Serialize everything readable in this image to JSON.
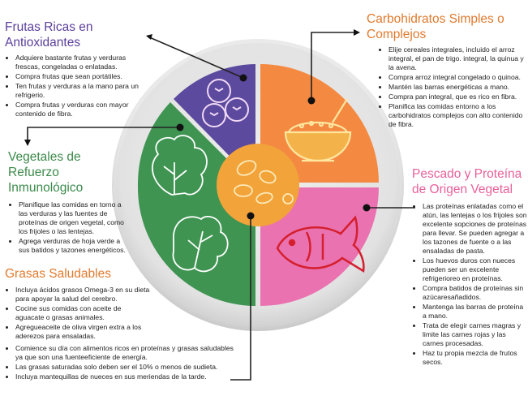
{
  "sections": {
    "frutas": {
      "title": "Frutas Ricas en Antioxidantes",
      "items": [
        "Adquiere bastante frutas y verduras frescas, congeladas o enlatadas.",
        "Compra frutas que sean portátiles.",
        "Ten frutas y verduras a la mano para un refrigerio.",
        "Compra frutas y verduras con mayor contenido de fibra."
      ]
    },
    "carbohidratos": {
      "title": "Carbohidratos Simples o Complejos",
      "items": [
        "Elije cereales integrales, incluido el arroz integral, el pan de trigo. integral, la quinua y la avena.",
        "Compra arroz integral congelado o quinoa.",
        "Mantén las barras energéticas a mano.",
        "Compra pan integral, que es rico en fibra.",
        "Planifica las comidas entorno a los carbohidratos complejos con alto contenido de fibra."
      ]
    },
    "vegetales": {
      "title": "Vegetales de Refuerzo Inmunológico",
      "items": [
        "Planifique las comidas en torno a las verduras y las fuentes de proteínas de origen vegetal, como los frijoles o las lentejas.",
        "Agrega verduras de hoja verde a sus batidos y tazones energéticos."
      ]
    },
    "pescado": {
      "title": "Pescado y Proteína de Origen Vegetal",
      "items": [
        "Las proteínas enlatadas como el atún, las lentejas o los frijoles son excelente sopciones de proteínas para llevar. Se pueden agregar a los tazones de fuente o a las ensaladas de pasta.",
        "Los huevos duros con nueces pueden ser un excelente refrigerioreo en proteínas.",
        "Compra batidos de proteínas sin azúcaresañadidos.",
        "Mantenga las barras de proteína a mano.",
        "Trata de elegir carnes magras y limite las carnes rojas y las carnes procesadas.",
        "Haz tu propia mezcla de frutos secos."
      ]
    },
    "grasas": {
      "title": "Grasas Saludables",
      "items": [
        "Incluya ácidos grasos Omega-3 en su dieta para apoyar la salud del cerebro.",
        "Cocine sus comidas con aceite de aguacate o grasas animales.",
        "Agregueaceite de oliva virgen extra a los aderezos para ensaladas.",
        "Comience su día con alimentos ricos en proteínas y grasas saludables ya que son una fuenteeficiente de energía.",
        "Las grasas saturadas solo deben ser el 10% o menos de sudieta.",
        "Incluya mantequillas de nueces en sus meriendas de la tarde."
      ]
    }
  },
  "colors": {
    "purple": "#5b4a9e",
    "orange": "#f48a42",
    "green": "#3f9452",
    "pink": "#ea72b0",
    "center": "#f2a33a",
    "rim": "#e6e6e6"
  },
  "icons": [
    "blueberries-icon",
    "grain-bowl-icon",
    "lettuce-icon",
    "leafy-greens-icon",
    "fish-icon",
    "nuts-icon"
  ]
}
